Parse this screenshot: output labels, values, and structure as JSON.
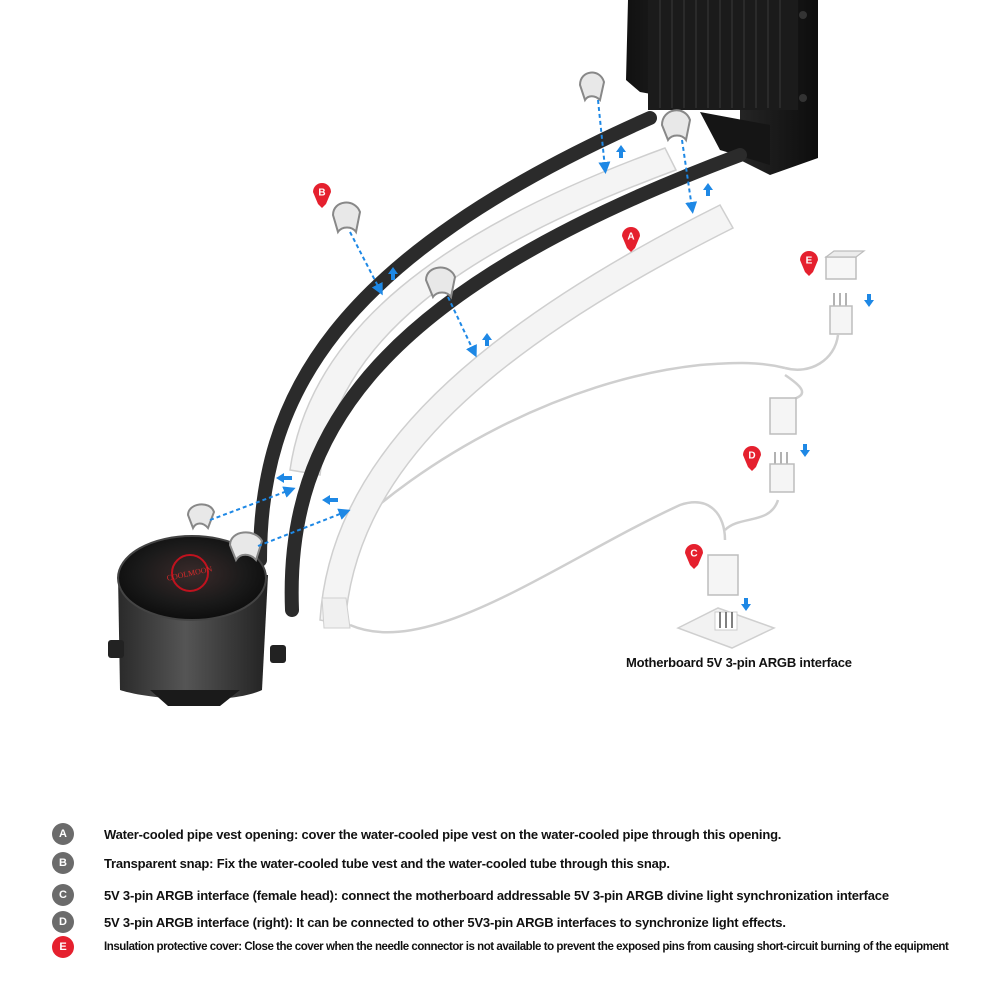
{
  "diagram": {
    "pump_logo_text": "COOLMOON",
    "motherboard_caption": "Motherboard 5V 3-pin ARGB interface",
    "callouts": [
      {
        "letter": "A",
        "color": "#e5202e"
      },
      {
        "letter": "B",
        "color": "#e5202e"
      },
      {
        "letter": "C",
        "color": "#e5202e"
      },
      {
        "letter": "D",
        "color": "#e5202e"
      },
      {
        "letter": "E",
        "color": "#e5202e"
      }
    ]
  },
  "legend": [
    {
      "letter": "A",
      "badge_color": "#6b6b6b",
      "text": "Water-cooled pipe vest opening: cover the water-cooled pipe vest on the water-cooled pipe through this opening."
    },
    {
      "letter": "B",
      "badge_color": "#6b6b6b",
      "text": "Transparent snap: Fix the water-cooled tube vest and the water-cooled tube through this snap."
    },
    {
      "letter": "C",
      "badge_color": "#6b6b6b",
      "text": "5V 3-pin ARGB interface (female head): connect the motherboard addressable 5V 3-pin ARGB divine light synchronization interface"
    },
    {
      "letter": "D",
      "badge_color": "#6b6b6b",
      "text": "5V 3-pin ARGB interface (right): It can be connected to other 5V3-pin ARGB interfaces to synchronize light effects."
    },
    {
      "letter": "E",
      "badge_color": "#e5202e",
      "text": "Insulation protective cover: Close the cover when the needle connector is not available to prevent the exposed pins from causing short-circuit burning of the equipment"
    }
  ],
  "colors": {
    "accent_red": "#e5202e",
    "arrow_blue": "#1e88e5",
    "tube_black": "#2b2b2b",
    "sleeve_white": "#f4f4f4"
  }
}
